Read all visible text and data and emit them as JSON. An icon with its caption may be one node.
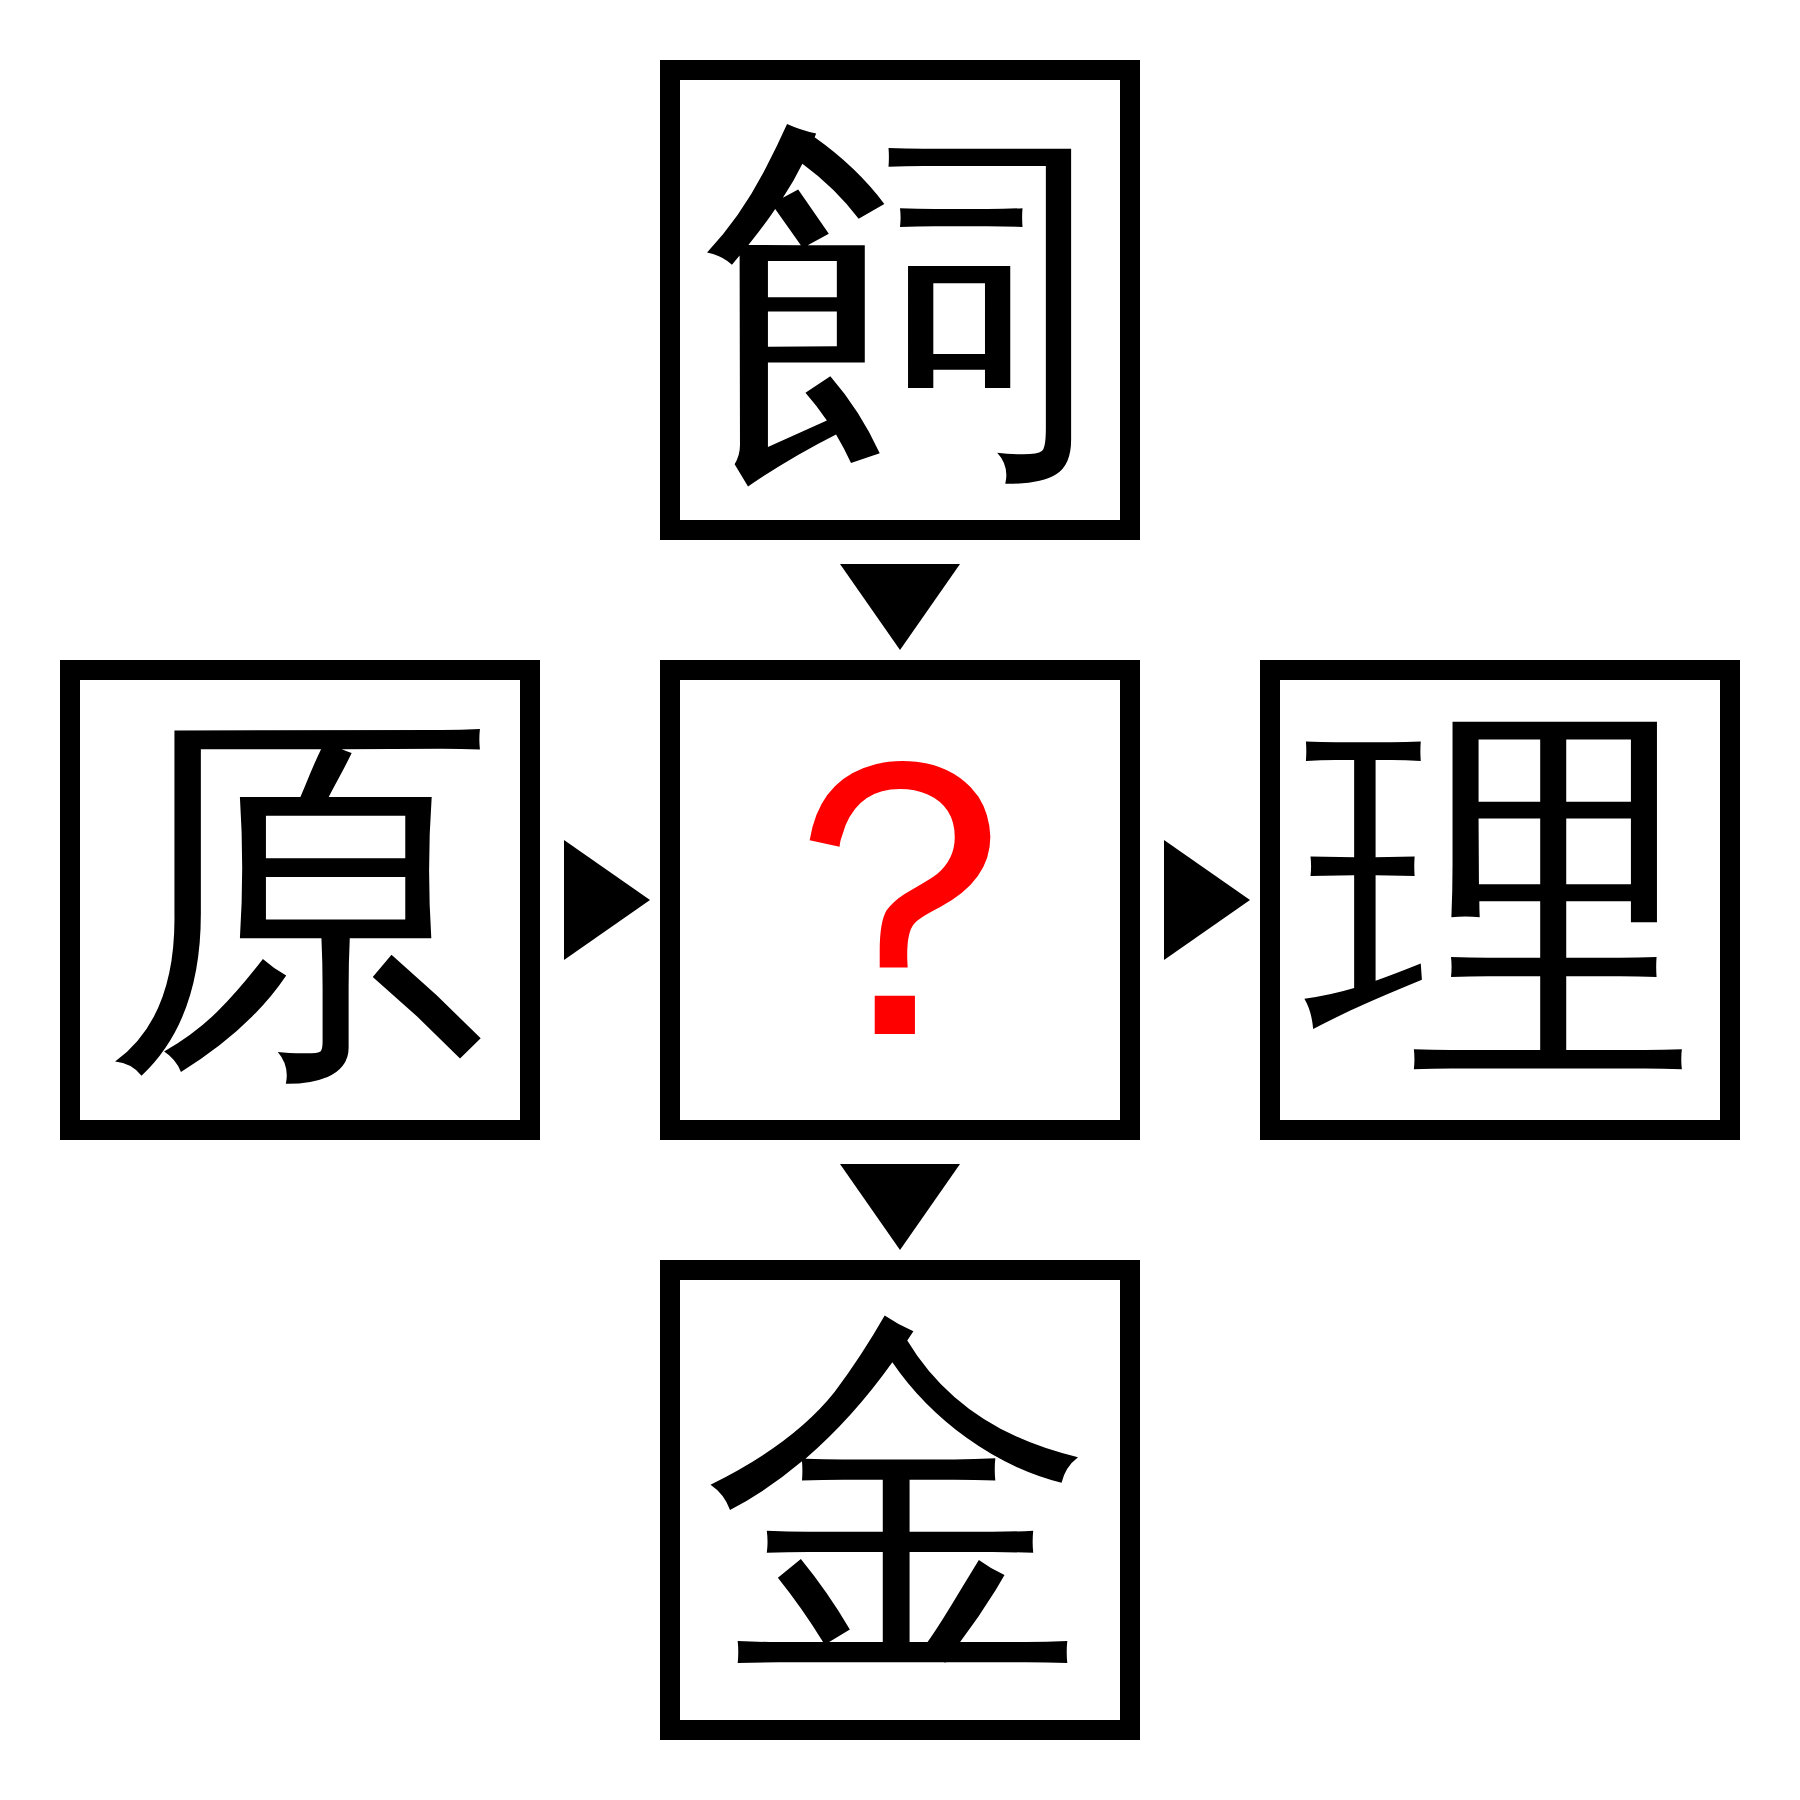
{
  "diagram": {
    "nodes": [
      {
        "text": [
          "飼"
        ]
      },
      {
        "text": [
          "原"
        ]
      },
      {
        "text": [
          "？"
        ]
      },
      {
        "text": [
          "理"
        ]
      },
      {
        "text": [
          "金"
        ]
      }
    ],
    "edges": [
      {
        "from": 0,
        "to": 2,
        "arrow": "to"
      },
      {
        "from": 1,
        "to": 2,
        "arrow": "to"
      },
      {
        "from": 2,
        "to": 3,
        "arrow": "to"
      },
      {
        "from": 2,
        "to": 4,
        "arrow": "to"
      }
    ]
  }
}
